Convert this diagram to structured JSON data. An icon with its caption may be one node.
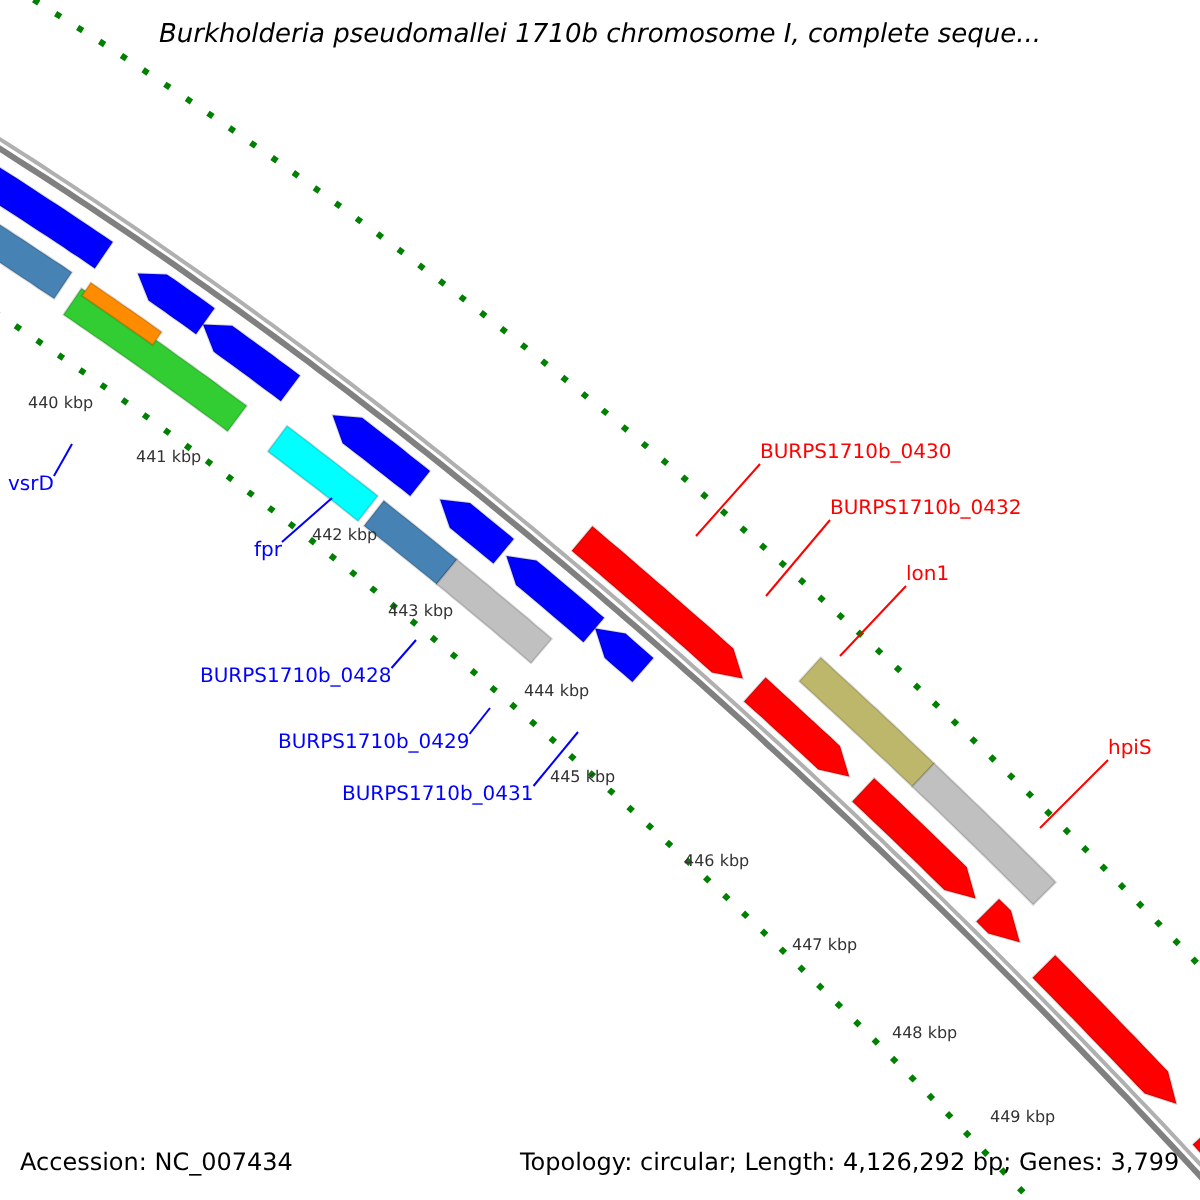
{
  "diagram": {
    "title": "Burkholderia pseudomallei 1710b chromosome I, complete seque...",
    "nodes": [
      {
        "text": [
          "vsrD"
        ]
      },
      {
        "text": [
          "fpr"
        ]
      },
      {
        "text": [
          "BURPS1710b_0428"
        ]
      },
      {
        "text": [
          "BURPS1710b_0429"
        ]
      },
      {
        "text": [
          "BURPS1710b_0431"
        ]
      },
      {
        "text": [
          "BURPS1710b_0430"
        ]
      },
      {
        "text": [
          "BURPS1710b_0432"
        ]
      },
      {
        "text": [
          "lon1"
        ]
      },
      {
        "text": [
          "hpiS"
        ]
      }
    ],
    "edges": [
      {
        "from": 0,
        "to": null,
        "arrow": "none"
      },
      {
        "from": 1,
        "to": null,
        "arrow": "none"
      },
      {
        "from": 2,
        "to": null,
        "arrow": "none"
      },
      {
        "from": 3,
        "to": null,
        "arrow": "none"
      },
      {
        "from": 4,
        "to": null,
        "arrow": "none"
      },
      {
        "from": 5,
        "to": null,
        "arrow": "none",
        "color": "#ff0000"
      },
      {
        "from": 6,
        "to": null,
        "arrow": "none",
        "color": "#ff0000"
      },
      {
        "from": 7,
        "to": null,
        "arrow": "none",
        "color": "#ff0000"
      },
      {
        "from": 8,
        "to": null,
        "arrow": "none",
        "color": "#ff0000"
      }
    ],
    "labels": [
      "440 kbp",
      "441 kbp",
      "442 kbp",
      "443 kbp",
      "444 kbp",
      "445 kbp",
      "446 kbp",
      "447 kbp",
      "448 kbp",
      "449 kbp",
      "Accession: NC_007434",
      "Topology: circular; Length: 4,126,292 bp; Genes: 3,799"
    ]
  }
}
